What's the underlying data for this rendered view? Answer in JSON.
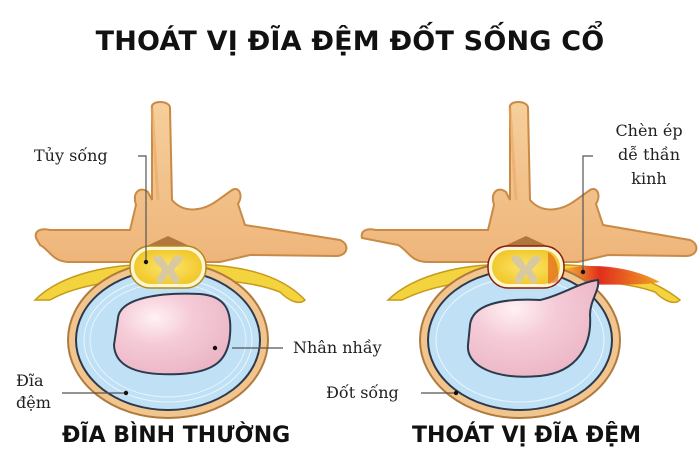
{
  "title": "THOÁT VỊ ĐĨA ĐỆM ĐỐT SỐNG CỔ",
  "panels": [
    {
      "caption": "ĐĨA BÌNH THƯỜNG",
      "labels": {
        "spinal_cord": "Tủy sống",
        "nucleus": "Nhân nhầy",
        "disc_line1": "Đĩa",
        "disc_line2": "đệm"
      }
    },
    {
      "caption": "THOÁT VỊ ĐĨA ĐỆM",
      "labels": {
        "vertebra": "Đốt sống",
        "compression_line1": "Chèn ép",
        "compression_line2": "dễ thần",
        "compression_line3": "kinh"
      }
    }
  ],
  "colors": {
    "bone": "#f2c48e",
    "bone_edge": "#c98a45",
    "nerve": "#f2d23a",
    "disc_ring": "#bfe0f5",
    "nucleus": "#f2c8d4",
    "compression": "#e0261b"
  }
}
